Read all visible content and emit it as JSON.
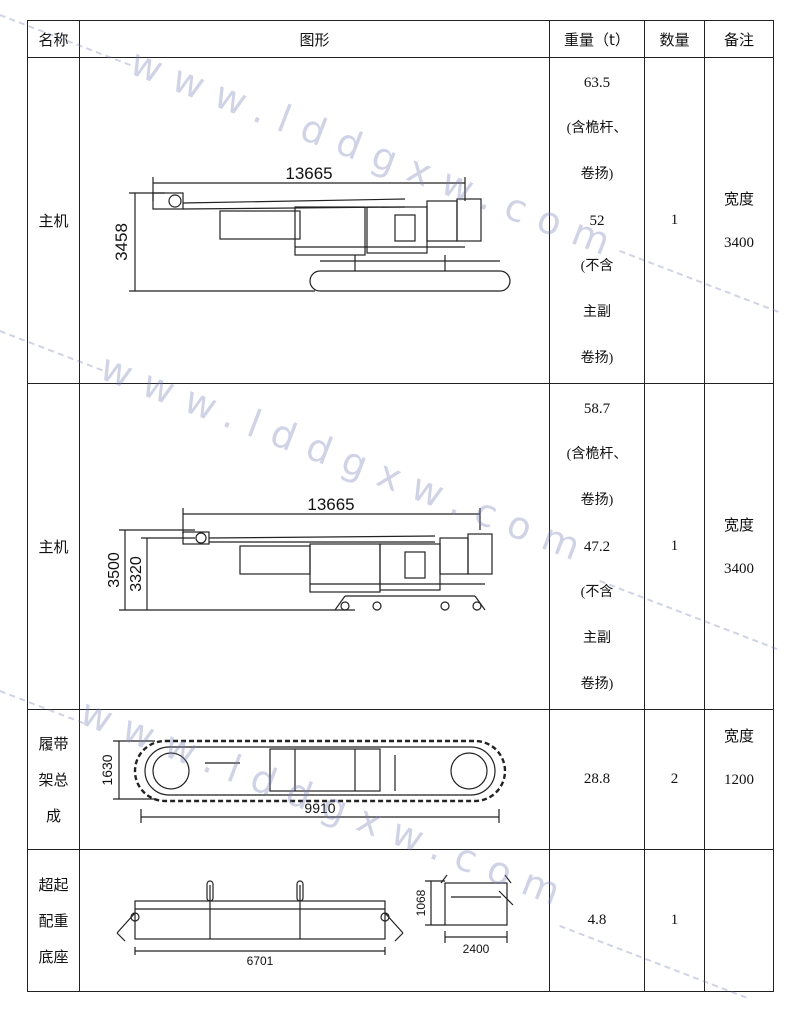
{
  "header": {
    "name": "名称",
    "figure": "图形",
    "weight": "重量（t）",
    "qty": "数量",
    "remark": "备注"
  },
  "rows": [
    {
      "name_lines": [
        "主机"
      ],
      "dims": [
        "13665",
        "3458"
      ],
      "weight_lines": [
        "63.5",
        "(含桅杆、",
        "卷扬)",
        "52",
        "(不含",
        "主副",
        "卷扬)"
      ],
      "qty": "1",
      "remark_lines": [
        "宽度",
        "3400"
      ]
    },
    {
      "name_lines": [
        "主机"
      ],
      "dims": [
        "13665",
        "3500",
        "3320"
      ],
      "weight_lines": [
        "58.7",
        "(含桅杆、",
        "卷扬)",
        "47.2",
        "(不含",
        "主副",
        "卷扬)"
      ],
      "qty": "1",
      "remark_lines": [
        "宽度",
        "3400"
      ]
    },
    {
      "name_lines": [
        "履带",
        "架总",
        "成"
      ],
      "dims": [
        "1630",
        "9910"
      ],
      "weight_lines": [
        "28.8"
      ],
      "qty": "2",
      "remark_lines": [
        "宽度",
        "1200"
      ]
    },
    {
      "name_lines": [
        "超起",
        "配重",
        "底座"
      ],
      "dims": [
        "6701",
        "1068",
        "2400"
      ],
      "weight_lines": [
        "4.8"
      ],
      "qty": "1",
      "remark_lines": []
    }
  ],
  "watermark": "www.lddgxw.com"
}
